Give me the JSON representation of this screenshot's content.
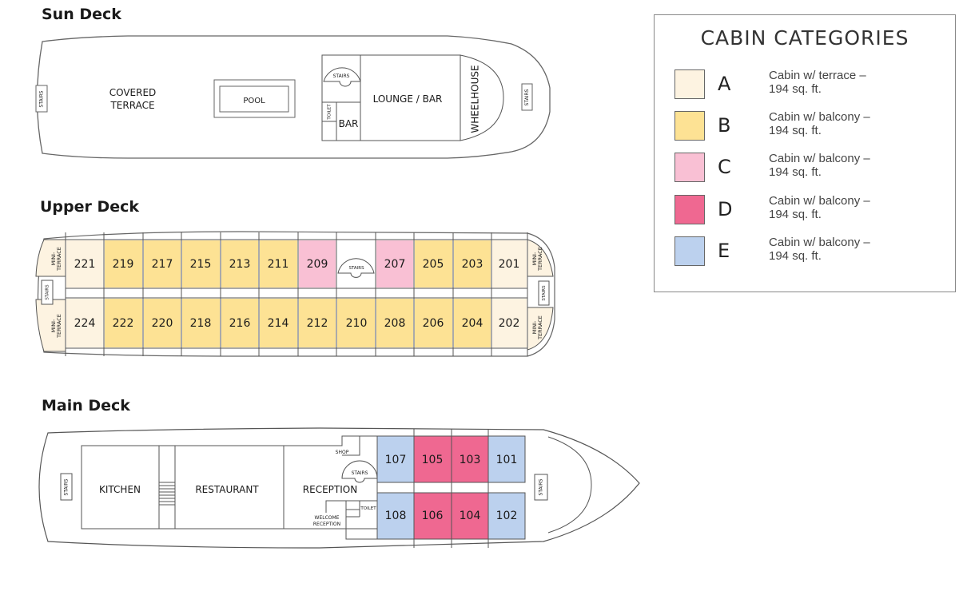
{
  "colors": {
    "A": "#fdf3e1",
    "B": "#fde294",
    "C": "#f9c0d4",
    "D": "#ef6891",
    "E": "#bcd1ee",
    "outline": "#555555"
  },
  "sun_deck": {
    "title": "Sun Deck",
    "labels": {
      "stairs_aft": "STAIRS",
      "covered_terrace_1": "COVERED",
      "covered_terrace_2": "TERRACE",
      "pool": "POOL",
      "stairs_mid": "STAIRS",
      "toilet": "TOILET",
      "bar": "BAR",
      "lounge_bar": "LOUNGE / BAR",
      "wheelhouse": "WHEELHOUSE",
      "stairs_fwd": "STAIRS"
    }
  },
  "upper_deck": {
    "title": "Upper Deck",
    "labels": {
      "mini_terrace_1": "MINI-",
      "mini_terrace_2": "TERRACE",
      "stairs": "STAIRS"
    },
    "top_row": [
      {
        "number": "221",
        "category": "A"
      },
      {
        "number": "219",
        "category": "B"
      },
      {
        "number": "217",
        "category": "B"
      },
      {
        "number": "215",
        "category": "B"
      },
      {
        "number": "213",
        "category": "B"
      },
      {
        "number": "211",
        "category": "B"
      },
      {
        "number": "209",
        "category": "C"
      },
      {
        "number": "",
        "category": "STAIRS"
      },
      {
        "number": "207",
        "category": "C"
      },
      {
        "number": "205",
        "category": "B"
      },
      {
        "number": "203",
        "category": "B"
      },
      {
        "number": "201",
        "category": "A"
      }
    ],
    "bottom_row": [
      {
        "number": "224",
        "category": "A"
      },
      {
        "number": "222",
        "category": "B"
      },
      {
        "number": "220",
        "category": "B"
      },
      {
        "number": "218",
        "category": "B"
      },
      {
        "number": "216",
        "category": "B"
      },
      {
        "number": "214",
        "category": "B"
      },
      {
        "number": "212",
        "category": "B"
      },
      {
        "number": "210",
        "category": "B"
      },
      {
        "number": "208",
        "category": "B"
      },
      {
        "number": "206",
        "category": "B"
      },
      {
        "number": "204",
        "category": "B"
      },
      {
        "number": "202",
        "category": "A"
      }
    ]
  },
  "main_deck": {
    "title": "Main Deck",
    "labels": {
      "stairs_aft": "STAIRS",
      "kitchen": "KITCHEN",
      "restaurant": "RESTAURANT",
      "reception": "RECEPTION",
      "shop": "SHOP",
      "stairs_mid": "STAIRS",
      "toilet": "TOILET",
      "welcome_1": "WELCOME",
      "welcome_2": "RECEPTION",
      "stairs_fwd": "STAIRS"
    },
    "top_row": [
      {
        "number": "107",
        "category": "E"
      },
      {
        "number": "105",
        "category": "D"
      },
      {
        "number": "103",
        "category": "D"
      },
      {
        "number": "101",
        "category": "E"
      }
    ],
    "bottom_row": [
      {
        "number": "108",
        "category": "E"
      },
      {
        "number": "106",
        "category": "D"
      },
      {
        "number": "104",
        "category": "D"
      },
      {
        "number": "102",
        "category": "E"
      }
    ]
  },
  "legend": {
    "title": "CABIN CATEGORIES",
    "items": [
      {
        "letter": "A",
        "line1": "Cabin w/ terrace –",
        "line2": "194 sq. ft."
      },
      {
        "letter": "B",
        "line1": "Cabin w/ balcony –",
        "line2": "194 sq. ft."
      },
      {
        "letter": "C",
        "line1": "Cabin w/ balcony –",
        "line2": "194 sq. ft."
      },
      {
        "letter": "D",
        "line1": "Cabin w/ balcony –",
        "line2": "194 sq. ft."
      },
      {
        "letter": "E",
        "line1": "Cabin w/ balcony –",
        "line2": "194 sq. ft."
      }
    ]
  }
}
